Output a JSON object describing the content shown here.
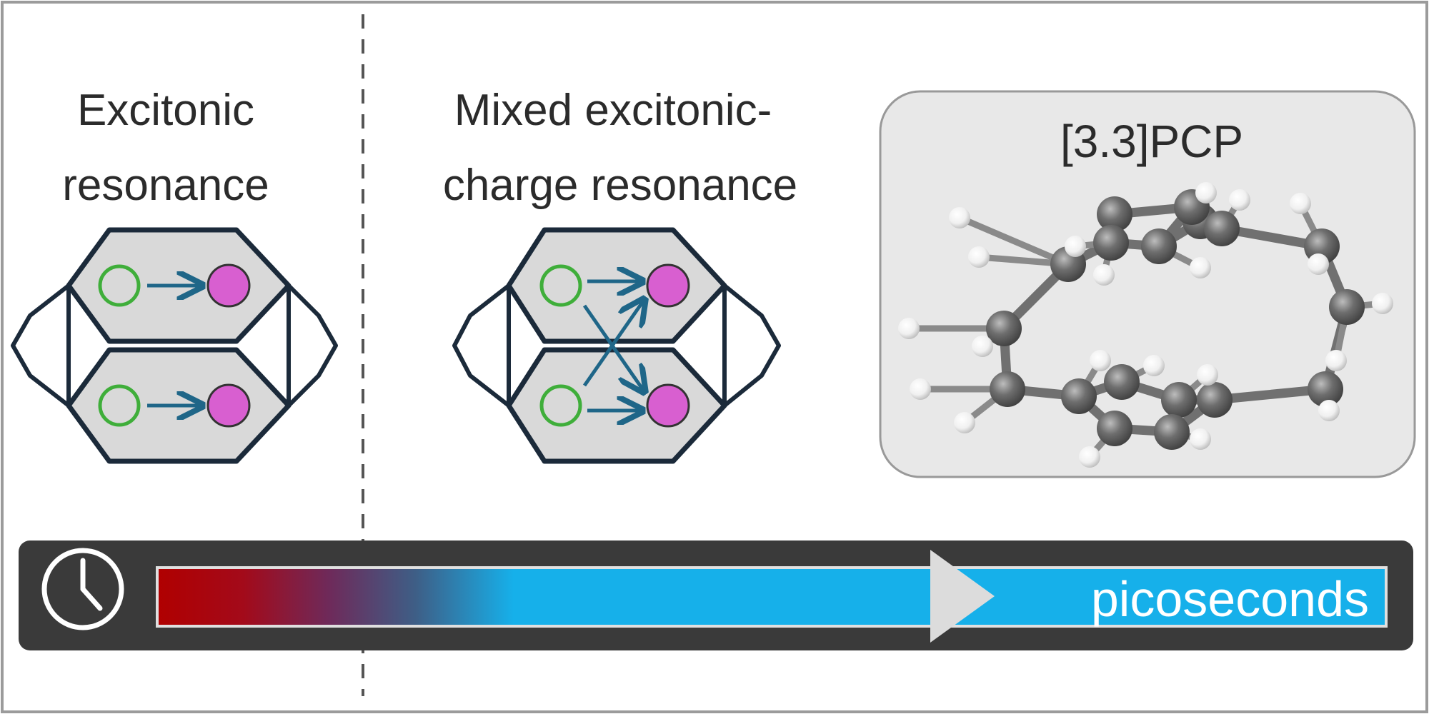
{
  "left_panel": {
    "title_line1": "Excitonic",
    "title_line2": "resonance"
  },
  "middle_panel": {
    "title_line1": "Mixed excitonic-",
    "title_line2": "charge resonance"
  },
  "right_panel": {
    "molecule_label": "[3.3]PCP"
  },
  "timeline": {
    "label": "picoseconds",
    "icon": "clock-icon"
  },
  "colors": {
    "frame_border": "#9b9b9b",
    "hexagon_fill": "#d9d9d9",
    "hexagon_stroke": "#1b2a3a",
    "donor_ring": "#3fae3a",
    "acceptor_fill": "#d85fd0",
    "arrow": "#1f6688",
    "timeline_bar": "#3a3a3a",
    "gradient_start": "#b00000",
    "gradient_end": "#16b0ea",
    "carbon": "#5a5a5a",
    "hydrogen": "#f2f2f2"
  }
}
